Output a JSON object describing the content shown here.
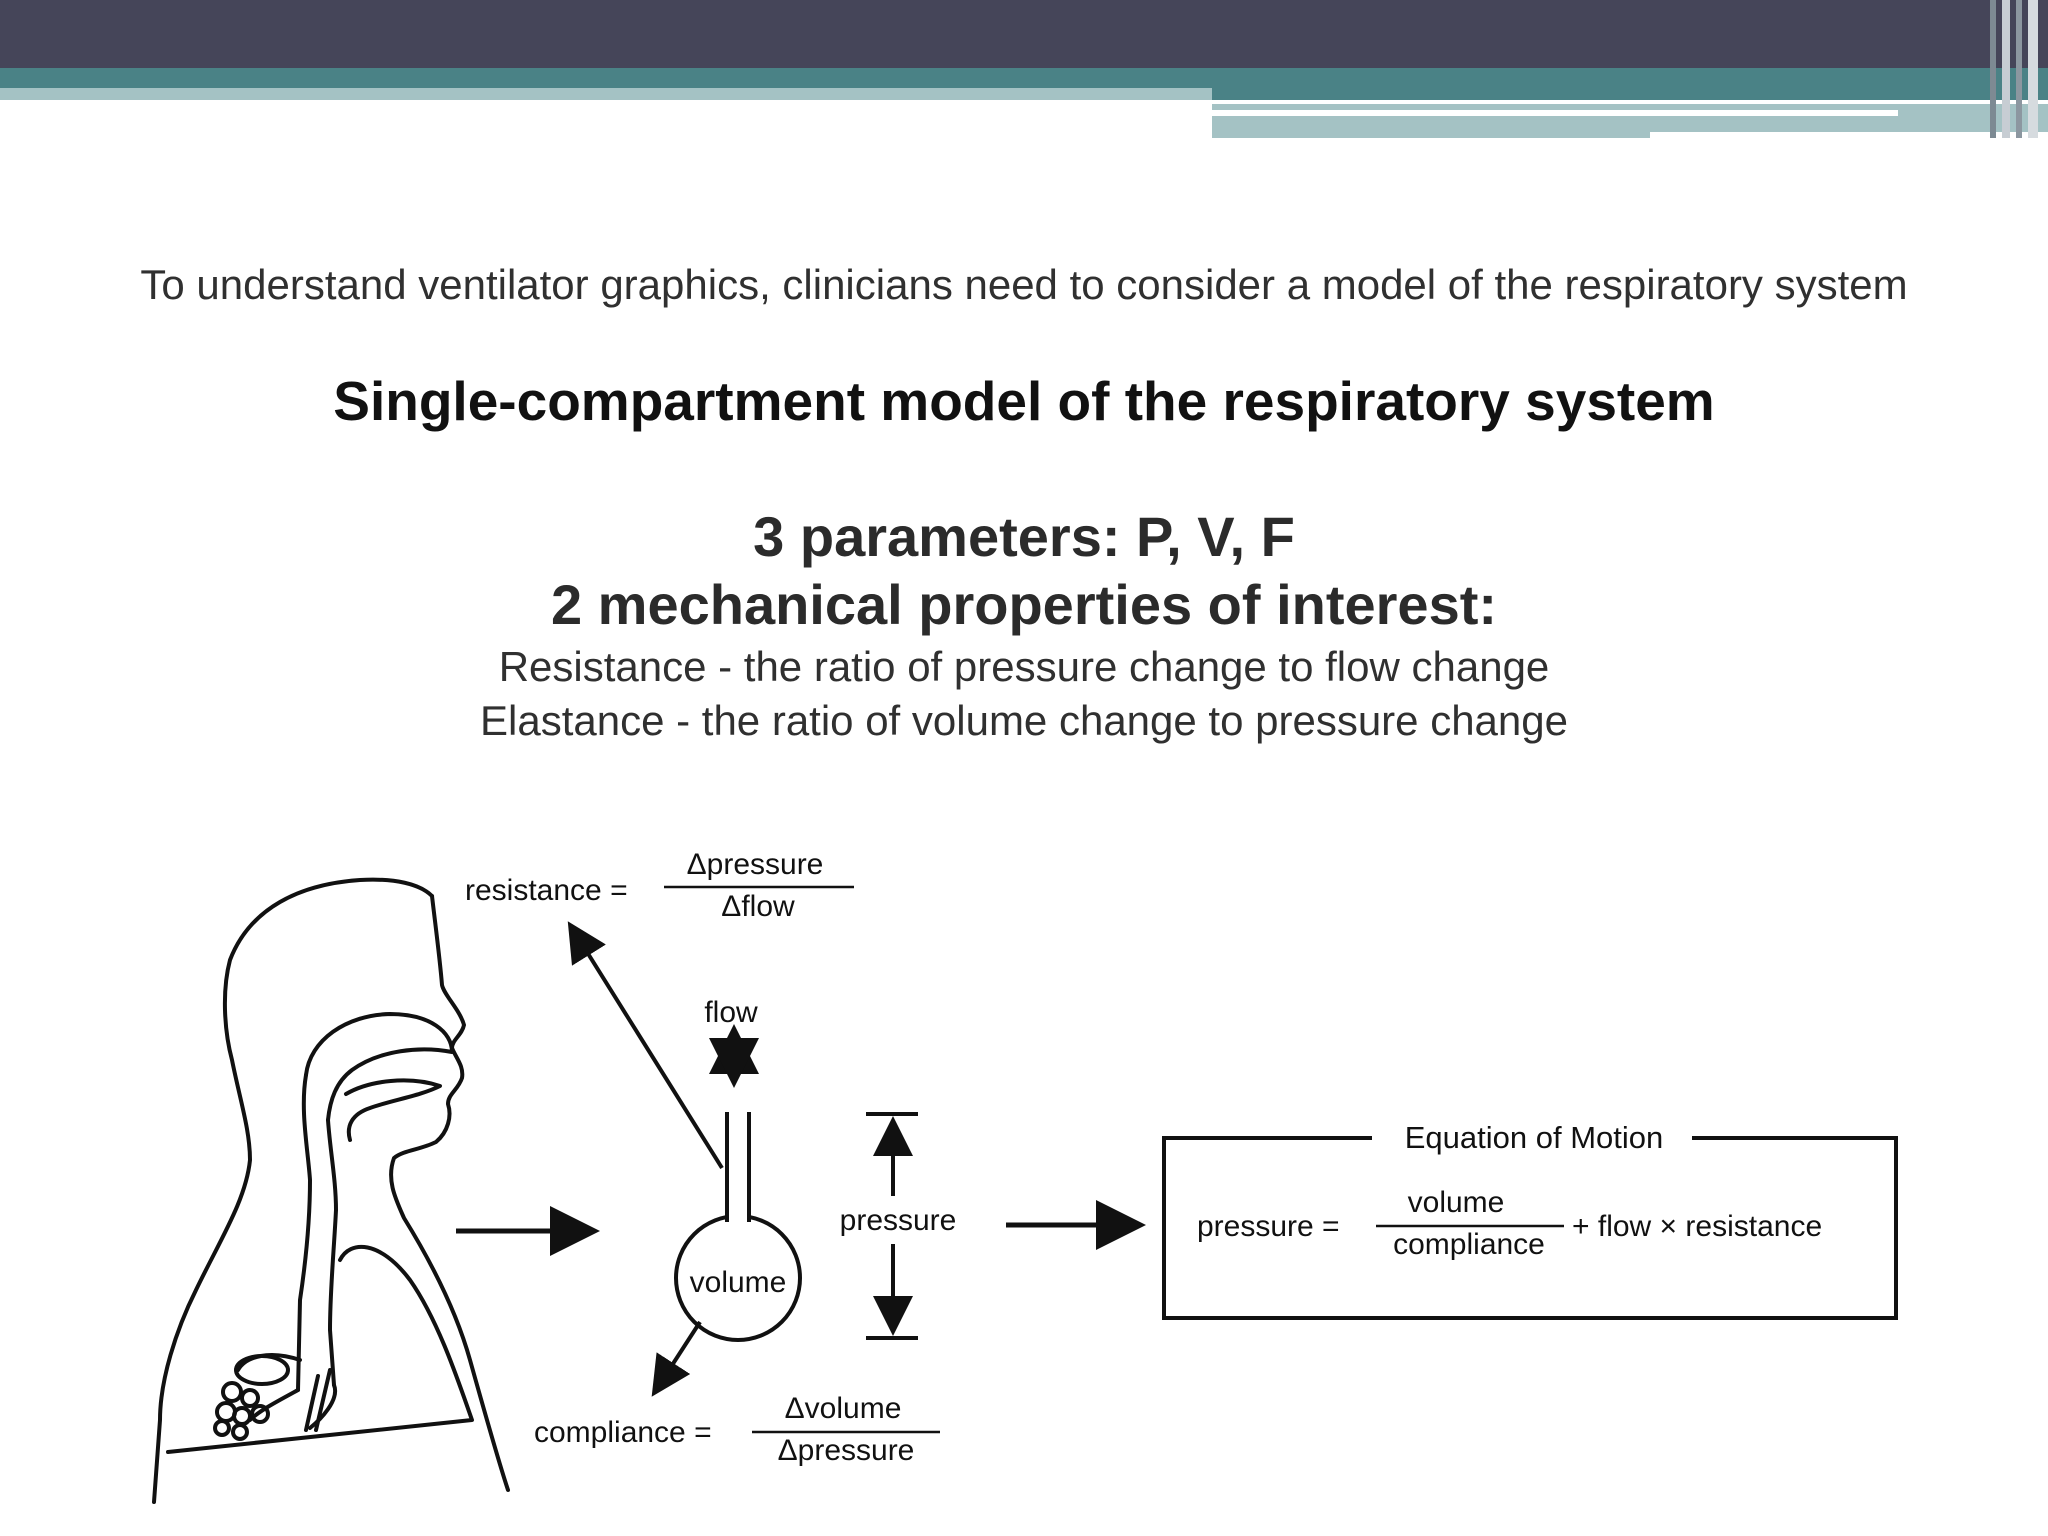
{
  "slide": {
    "intro": "To understand ventilator graphics, clinicians need to consider a model of the respiratory system",
    "title": "Single-compartment model of the respiratory system",
    "parameters": "3 parameters: P, V, F",
    "properties": "2 mechanical properties of interest:",
    "resistance_def": "Resistance - the ratio of pressure change to flow change",
    "elastance_def": "Elastance - the ratio of volume change to pressure change"
  },
  "diagram": {
    "resistance_label": "resistance =",
    "resistance_num": "Δpressure",
    "resistance_den": "Δflow",
    "flow_label": "flow",
    "volume_label": "volume",
    "pressure_label": "pressure",
    "compliance_label": "compliance =",
    "compliance_num": "Δvolume",
    "compliance_den": "Δpressure",
    "equation_title": "Equation of Motion",
    "eq_pressure": "pressure =",
    "eq_num": "volume",
    "eq_den": "compliance",
    "eq_rest": "+ flow × resistance"
  },
  "colors": {
    "banner_dark": "#454559",
    "banner_teal": "#4a8286",
    "banner_light": "#a4c2c4"
  }
}
